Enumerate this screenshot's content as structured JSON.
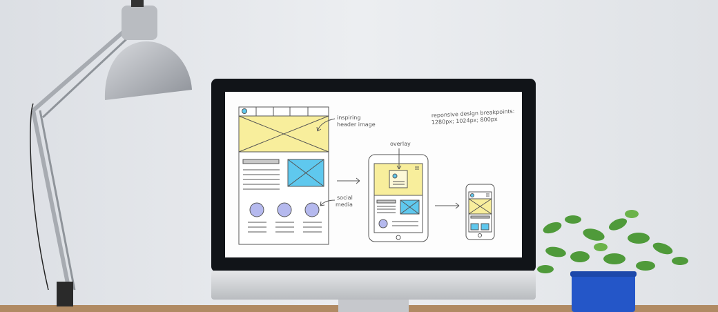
{
  "screen": {
    "annotation_header_1": "inspiring",
    "annotation_header_2": "header image",
    "annotation_social_1": "social",
    "annotation_social_2": "media",
    "annotation_overlay": "overlay",
    "breakpoints_title": "reponsive design breakpoints:",
    "breakpoints_values": "1280px; 1024px; 800px"
  },
  "colors": {
    "wall": "#e3e5e9",
    "desk": "#b08a63",
    "bezel": "#111418",
    "wire_yellow": "#f8ee9c",
    "wire_blue": "#5fc8ee",
    "wire_circle": "#b5b9ee",
    "pot": "#2456c8",
    "leaf": "#4f9a3a"
  }
}
